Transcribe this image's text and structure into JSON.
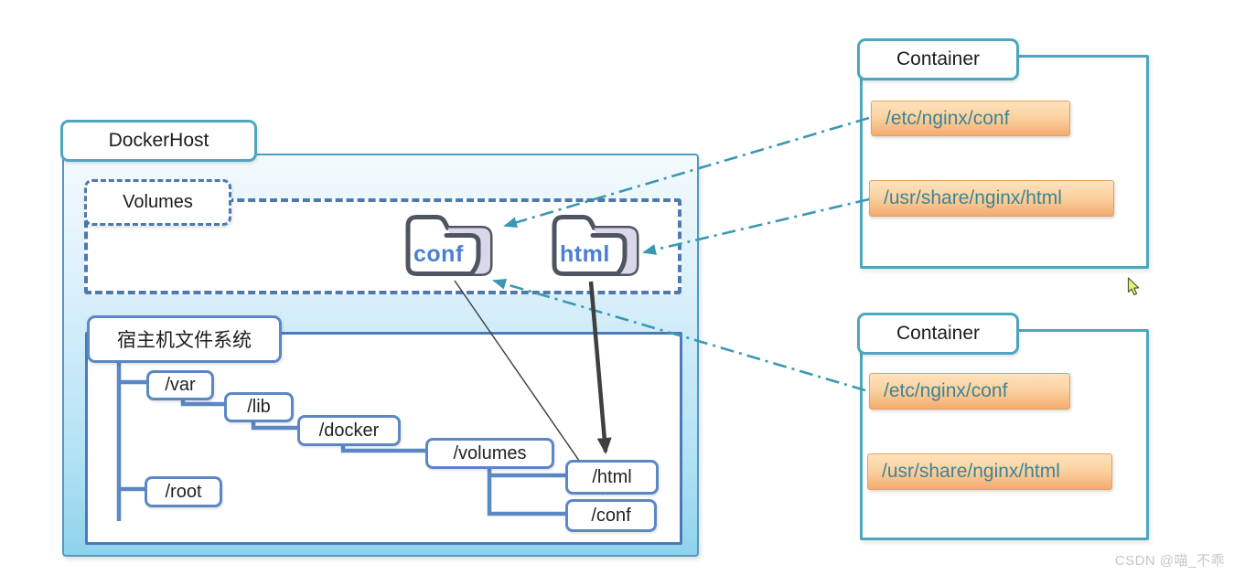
{
  "docker_host": {
    "label": "DockerHost"
  },
  "volumes_group": {
    "label": "Volumes",
    "folders": [
      {
        "name": "conf"
      },
      {
        "name": "html"
      }
    ]
  },
  "host_fs": {
    "label": "宿主机文件系统",
    "nodes": {
      "var": "/var",
      "lib": "/lib",
      "docker": "/docker",
      "volumes": "/volumes",
      "html": "/html",
      "conf": "/conf",
      "root": "/root"
    }
  },
  "containers": [
    {
      "label": "Container",
      "paths": [
        "/etc/nginx/conf",
        "/usr/share/nginx/html"
      ]
    },
    {
      "label": "Container",
      "paths": [
        "/etc/nginx/conf",
        "/usr/share/nginx/html"
      ]
    }
  ],
  "watermark": "CSDN @喵_不乖",
  "colors": {
    "container_border": "#4da6bd",
    "host_tree_blue": "#5b87c5",
    "dash_arrow_teal": "#3b98b3",
    "path_label_text": "#3d8494",
    "path_label_orange_top": "#fde2bd",
    "path_label_orange_bottom": "#f4ab6f",
    "folder_label_blue": "#4a7fd4"
  }
}
